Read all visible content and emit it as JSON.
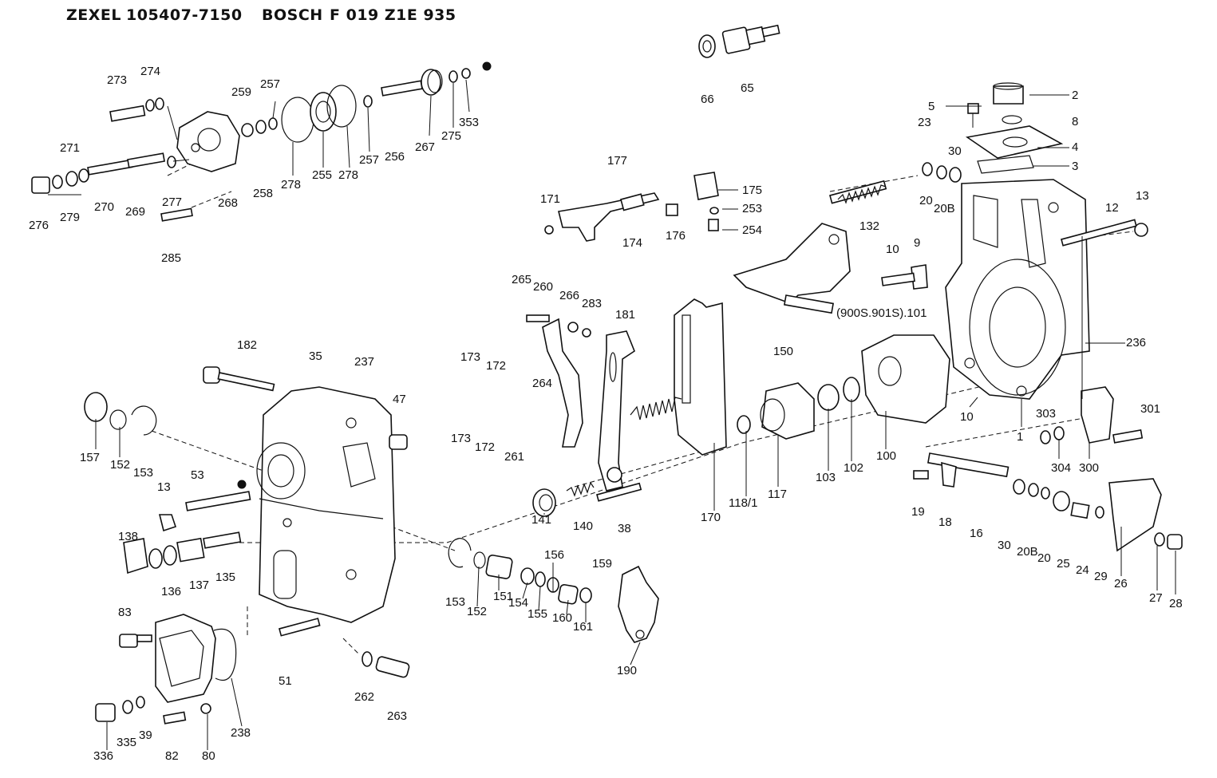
{
  "header": {
    "brand1": "ZEXEL",
    "code1": "105407-7150",
    "brand2": "BOSCH",
    "code2": "F 019 Z1E 935"
  },
  "labels": [
    {
      "id": "l273",
      "text": "273"
    },
    {
      "id": "l274",
      "text": "274"
    },
    {
      "id": "l259",
      "text": "259"
    },
    {
      "id": "l257a",
      "text": "257"
    },
    {
      "id": "l271",
      "text": "271"
    },
    {
      "id": "l276",
      "text": "276"
    },
    {
      "id": "l279",
      "text": "279"
    },
    {
      "id": "l270",
      "text": "270"
    },
    {
      "id": "l269",
      "text": "269"
    },
    {
      "id": "l277",
      "text": "277"
    },
    {
      "id": "l268",
      "text": "268"
    },
    {
      "id": "l258",
      "text": "258"
    },
    {
      "id": "l278a",
      "text": "278"
    },
    {
      "id": "l255",
      "text": "255"
    },
    {
      "id": "l278b",
      "text": "278"
    },
    {
      "id": "l257b",
      "text": "257"
    },
    {
      "id": "l256",
      "text": "256"
    },
    {
      "id": "l267",
      "text": "267"
    },
    {
      "id": "l275",
      "text": "275"
    },
    {
      "id": "l353",
      "text": "353"
    },
    {
      "id": "l285",
      "text": "285"
    },
    {
      "id": "l66",
      "text": "66"
    },
    {
      "id": "l65",
      "text": "65"
    },
    {
      "id": "l2",
      "text": "2"
    },
    {
      "id": "l5",
      "text": "5"
    },
    {
      "id": "l8",
      "text": "8"
    },
    {
      "id": "l23",
      "text": "23"
    },
    {
      "id": "l4",
      "text": "4"
    },
    {
      "id": "l3",
      "text": "3"
    },
    {
      "id": "l30a",
      "text": "30"
    },
    {
      "id": "l20a",
      "text": "20"
    },
    {
      "id": "l20Ba",
      "text": "20B"
    },
    {
      "id": "l13a",
      "text": "13"
    },
    {
      "id": "l12",
      "text": "12"
    },
    {
      "id": "l177",
      "text": "177"
    },
    {
      "id": "l171",
      "text": "171"
    },
    {
      "id": "l175",
      "text": "175"
    },
    {
      "id": "l253",
      "text": "253"
    },
    {
      "id": "l254",
      "text": "254"
    },
    {
      "id": "l174",
      "text": "174"
    },
    {
      "id": "l176",
      "text": "176"
    },
    {
      "id": "l132",
      "text": "132"
    },
    {
      "id": "l10a",
      "text": "10"
    },
    {
      "id": "l9",
      "text": "9"
    },
    {
      "id": "l265",
      "text": "265"
    },
    {
      "id": "l260",
      "text": "260"
    },
    {
      "id": "l266",
      "text": "266"
    },
    {
      "id": "l283",
      "text": "283"
    },
    {
      "id": "l181",
      "text": "181"
    },
    {
      "id": "l101",
      "text": "(900S.901S).101"
    },
    {
      "id": "l150",
      "text": "150"
    },
    {
      "id": "l236",
      "text": "236"
    },
    {
      "id": "l182",
      "text": "182"
    },
    {
      "id": "l35",
      "text": "35"
    },
    {
      "id": "l237",
      "text": "237"
    },
    {
      "id": "l47",
      "text": "47"
    },
    {
      "id": "l173a",
      "text": "173"
    },
    {
      "id": "l172a",
      "text": "172"
    },
    {
      "id": "l264",
      "text": "264"
    },
    {
      "id": "l173b",
      "text": "173"
    },
    {
      "id": "l172b",
      "text": "172"
    },
    {
      "id": "l261",
      "text": "261"
    },
    {
      "id": "l10b",
      "text": "10"
    },
    {
      "id": "l303",
      "text": "303"
    },
    {
      "id": "l301",
      "text": "301"
    },
    {
      "id": "l1",
      "text": "1"
    },
    {
      "id": "l157",
      "text": "157"
    },
    {
      "id": "l152a",
      "text": "152"
    },
    {
      "id": "l153a",
      "text": "153"
    },
    {
      "id": "l53",
      "text": "53"
    },
    {
      "id": "l13b",
      "text": "13"
    },
    {
      "id": "l103",
      "text": "103"
    },
    {
      "id": "l102",
      "text": "102"
    },
    {
      "id": "l100",
      "text": "100"
    },
    {
      "id": "l304",
      "text": "304"
    },
    {
      "id": "l300",
      "text": "300"
    },
    {
      "id": "l118",
      "text": "118/1"
    },
    {
      "id": "l117",
      "text": "117"
    },
    {
      "id": "l170",
      "text": "170"
    },
    {
      "id": "l141",
      "text": "141"
    },
    {
      "id": "l140",
      "text": "140"
    },
    {
      "id": "l38",
      "text": "38"
    },
    {
      "id": "l19",
      "text": "19"
    },
    {
      "id": "l18",
      "text": "18"
    },
    {
      "id": "l16",
      "text": "16"
    },
    {
      "id": "l30b",
      "text": "30"
    },
    {
      "id": "l20Bb",
      "text": "20B"
    },
    {
      "id": "l20b",
      "text": "20"
    },
    {
      "id": "l25",
      "text": "25"
    },
    {
      "id": "l24",
      "text": "24"
    },
    {
      "id": "l29",
      "text": "29"
    },
    {
      "id": "l26",
      "text": "26"
    },
    {
      "id": "l27",
      "text": "27"
    },
    {
      "id": "l28",
      "text": "28"
    },
    {
      "id": "l138",
      "text": "138"
    },
    {
      "id": "l136",
      "text": "136"
    },
    {
      "id": "l137",
      "text": "137"
    },
    {
      "id": "l135",
      "text": "135"
    },
    {
      "id": "l156",
      "text": "156"
    },
    {
      "id": "l159",
      "text": "159"
    },
    {
      "id": "l153b",
      "text": "153"
    },
    {
      "id": "l152b",
      "text": "152"
    },
    {
      "id": "l151",
      "text": "151"
    },
    {
      "id": "l154",
      "text": "154"
    },
    {
      "id": "l155",
      "text": "155"
    },
    {
      "id": "l160",
      "text": "160"
    },
    {
      "id": "l161",
      "text": "161"
    },
    {
      "id": "l190",
      "text": "190"
    },
    {
      "id": "l83",
      "text": "83"
    },
    {
      "id": "l51",
      "text": "51"
    },
    {
      "id": "l262",
      "text": "262"
    },
    {
      "id": "l263",
      "text": "263"
    },
    {
      "id": "l238",
      "text": "238"
    },
    {
      "id": "l336",
      "text": "336"
    },
    {
      "id": "l335",
      "text": "335"
    },
    {
      "id": "l39",
      "text": "39"
    },
    {
      "id": "l82",
      "text": "82"
    },
    {
      "id": "l80",
      "text": "80"
    }
  ]
}
